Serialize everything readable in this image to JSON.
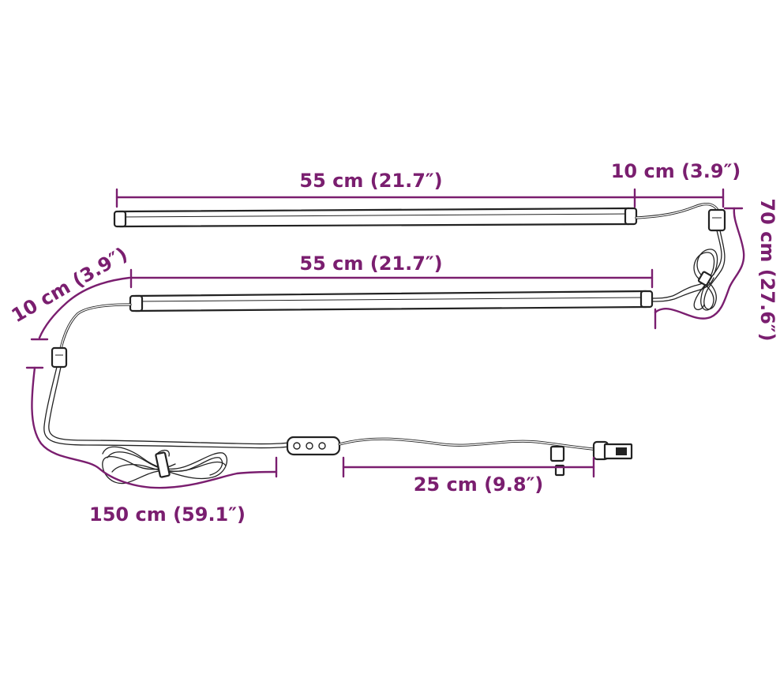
{
  "colors": {
    "dimension": "#7a1e6f",
    "outline": "#222222",
    "background": "#ffffff"
  },
  "dimensions": {
    "top_strip_length": "55 cm (21.7″)",
    "top_link_cable": "10 cm (3.9″)",
    "side_link_cable": "70 cm (27.6″)",
    "bottom_strip_length": "55 cm (21.7″)",
    "bottom_link_cable": "10 cm (3.9″)",
    "main_cable": "150 cm (59.1″)",
    "usb_cable": "25 cm (9.8″)"
  }
}
